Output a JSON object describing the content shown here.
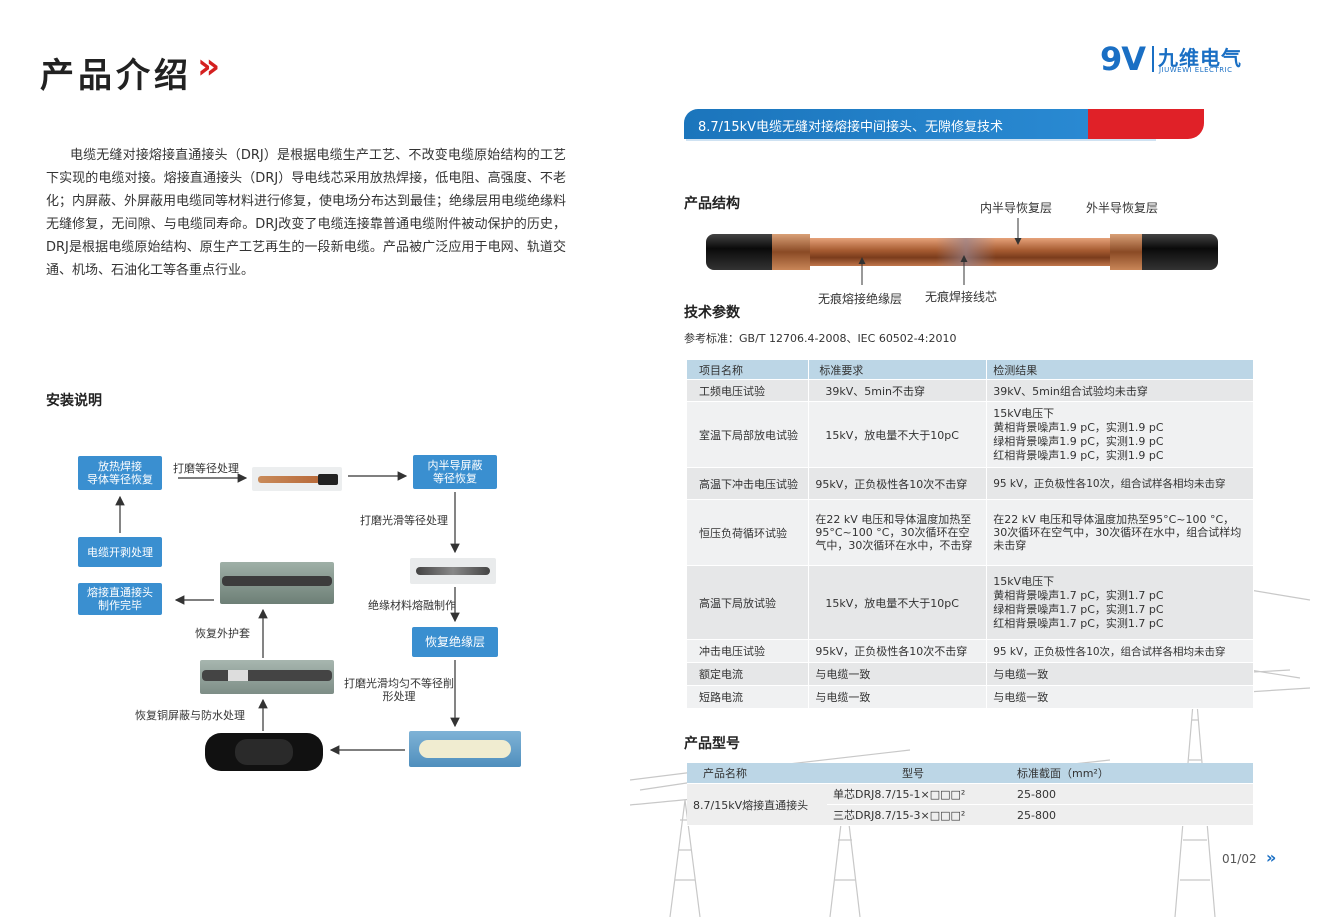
{
  "left": {
    "title": "产品介绍",
    "title_chevron": "»",
    "intro": "电缆无缝对接熔接直通接头（DRJ）是根据电缆生产工艺、不改变电缆原始结构的工艺下实现的电缆对接。熔接直通接头（DRJ）导电线芯采用放热焊接，低电阻、高强度、不老化；内屏蔽、外屏蔽用电缆同等材料进行修复，使电场分布达到最佳；绝缘层用电缆绝缘料无缝修复，无间隙、与电缆同寿命。DRJ改变了电缆连接靠普通电缆附件被动保护的历史，DRJ是根据电缆原始结构、原生产工艺再生的一段新电缆。产品被广泛应用于电网、轨道交通、机场、石油化工等各重点行业。",
    "install_heading": "安装说明",
    "flow": {
      "box_exothermic": "放热焊接\n导体等径恢复",
      "box_strip": "电缆开剥处理",
      "box_done": "熔接直通接头\n制作完毕",
      "box_inner_shield": "内半导屏蔽\n等径恢复",
      "box_insulation": "恢复绝缘层",
      "label_grind_equal": "打磨等径处理",
      "label_grind_smooth": "打磨光滑等径处理",
      "label_insulation_melt": "绝缘材料熔融制作",
      "label_grind_even": "打磨光滑均匀不等径削形处理",
      "label_copper_shield": "恢复铜屏蔽与防水处理",
      "label_outer_sheath": "恢复外护套"
    }
  },
  "right": {
    "brand_9v": "9V",
    "brand_cn": "九维电气",
    "brand_en": "JIUWEWI ELECTRIC",
    "banner": "8.7/15kV电缆无缝对接熔接中间接头、无隙修复技术",
    "structure_heading": "产品结构",
    "callouts": {
      "inner_semicon": "内半导恢复层",
      "outer_semicon": "外半导恢复层",
      "insulation": "无痕熔接绝缘层",
      "core": "无痕焊接线芯"
    },
    "tech_heading": "技术参数",
    "reference": "参考标准：GB/T 12706.4-2008、IEC 60502-4:2010",
    "spec_table": {
      "headers": [
        "项目名称",
        "标准要求",
        "检测结果"
      ],
      "rows": [
        [
          "工频电压试验",
          "39kV、5min不击穿",
          "39kV、5min组合试验均未击穿"
        ],
        [
          "室温下局部放电试验",
          "15kV，放电量不大于10pC",
          "15kV电压下\n黄相背景噪声1.9 pC，实测1.9 pC\n绿相背景噪声1.9 pC，实测1.9 pC\n红相背景噪声1.9 pC，实测1.9 pC"
        ],
        [
          "高温下冲击电压试验",
          "95kV，正负极性各10次不击穿",
          "95 kV，正负极性各10次，组合试样各相均未击穿"
        ],
        [
          "恒压负荷循环试验",
          "在22 kV 电压和导体温度加热至95°C~100 °C，30次循环在空气中，30次循环在水中，不击穿",
          "在22 kV 电压和导体温度加热至95°C~100 °C，30次循环在空气中，30次循环在水中，组合试样均未击穿"
        ],
        [
          "高温下局放试验",
          "15kV，放电量不大于10pC",
          "15kV电压下\n黄相背景噪声1.7 pC，实测1.7 pC\n绿相背景噪声1.7 pC，实测1.7 pC\n红相背景噪声1.7 pC，实测1.7 pC"
        ],
        [
          "冲击电压试验",
          "95kV，正负极性各10次不击穿",
          "95 kV，正负极性各10次，组合试样各相均未击穿"
        ],
        [
          "额定电流",
          "与电缆一致",
          "与电缆一致"
        ],
        [
          "短路电流",
          "与电缆一致",
          "与电缆一致"
        ]
      ]
    },
    "model_heading": "产品型号",
    "model_table": {
      "headers": [
        "产品名称",
        "型号",
        "标准截面（mm²）"
      ],
      "product": "8.7/15kV熔接直通接头",
      "rows": [
        [
          "单芯DRJ8.7/15-1×□□□²",
          "25-800"
        ],
        [
          "三芯DRJ8.7/15-3×□□□²",
          "25-800"
        ]
      ]
    },
    "page_number": "01/02",
    "page_chevron": "»"
  },
  "colors": {
    "brand_blue": "#1a6fc4",
    "flow_box_blue": "#3a8fd0",
    "accent_red": "#e02128",
    "table_header": "#bcd6e6"
  }
}
